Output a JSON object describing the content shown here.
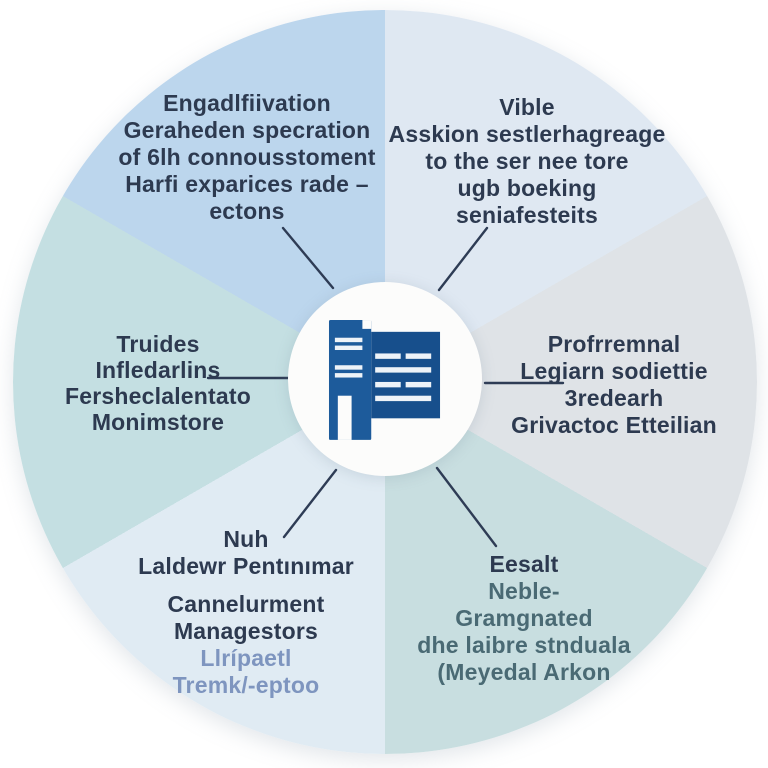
{
  "diagram": {
    "type": "circular-segmented-infographic",
    "center_icon": "building-document-icon",
    "segments": [
      {
        "id": "top-left",
        "lines": [
          "Engadlfiivation",
          "Geraheden specration",
          "of 6lh connousstoment",
          "Harfi exparices rade –",
          "ectons"
        ]
      },
      {
        "id": "top-right",
        "lines": [
          "Vible",
          "Asskion sestlerhagreage",
          "to the ser nee tore",
          "ugb boeking",
          "seniafesteits"
        ]
      },
      {
        "id": "left",
        "lines": [
          "Truides",
          "Infledarlins",
          "Fersheclalentato",
          "Monimstore"
        ]
      },
      {
        "id": "right",
        "lines": [
          "Profrremnal",
          "Legiarn sodiettie",
          "3redearh",
          "Grivactoc Etteilian"
        ]
      },
      {
        "id": "bottom-left",
        "lines": [
          "Nuh",
          "Laldewr Pentınımar",
          "Cannelurment",
          "Managestors",
          "Llrípaetl",
          "Tremk/-eptoo"
        ]
      },
      {
        "id": "bottom-right",
        "lines": [
          "Eesalt",
          "Neble-",
          "Gramgnated",
          "dhe laibre stnduala",
          "(Meyedal Arkon"
        ]
      }
    ],
    "colors": {
      "bg": "#ffffff",
      "seg-top-left": "#bcd6ed",
      "seg-top-right": "#dfe8f2",
      "seg-right": "#dfe3e7",
      "seg-bottom-right": "#c8dee0",
      "seg-bottom-left": "#e0ebf3",
      "seg-left": "#c4dfe2",
      "hub": "#fcfcfb",
      "ink": "#2d3a50",
      "muted-blue": "#7e95bf",
      "muted-teal": "#4a6a74",
      "line": "#2e3c55",
      "icon-blue": "#1d5b9b",
      "icon-blue-dark": "#174f8c",
      "icon-detail": "#eef3f8"
    }
  }
}
